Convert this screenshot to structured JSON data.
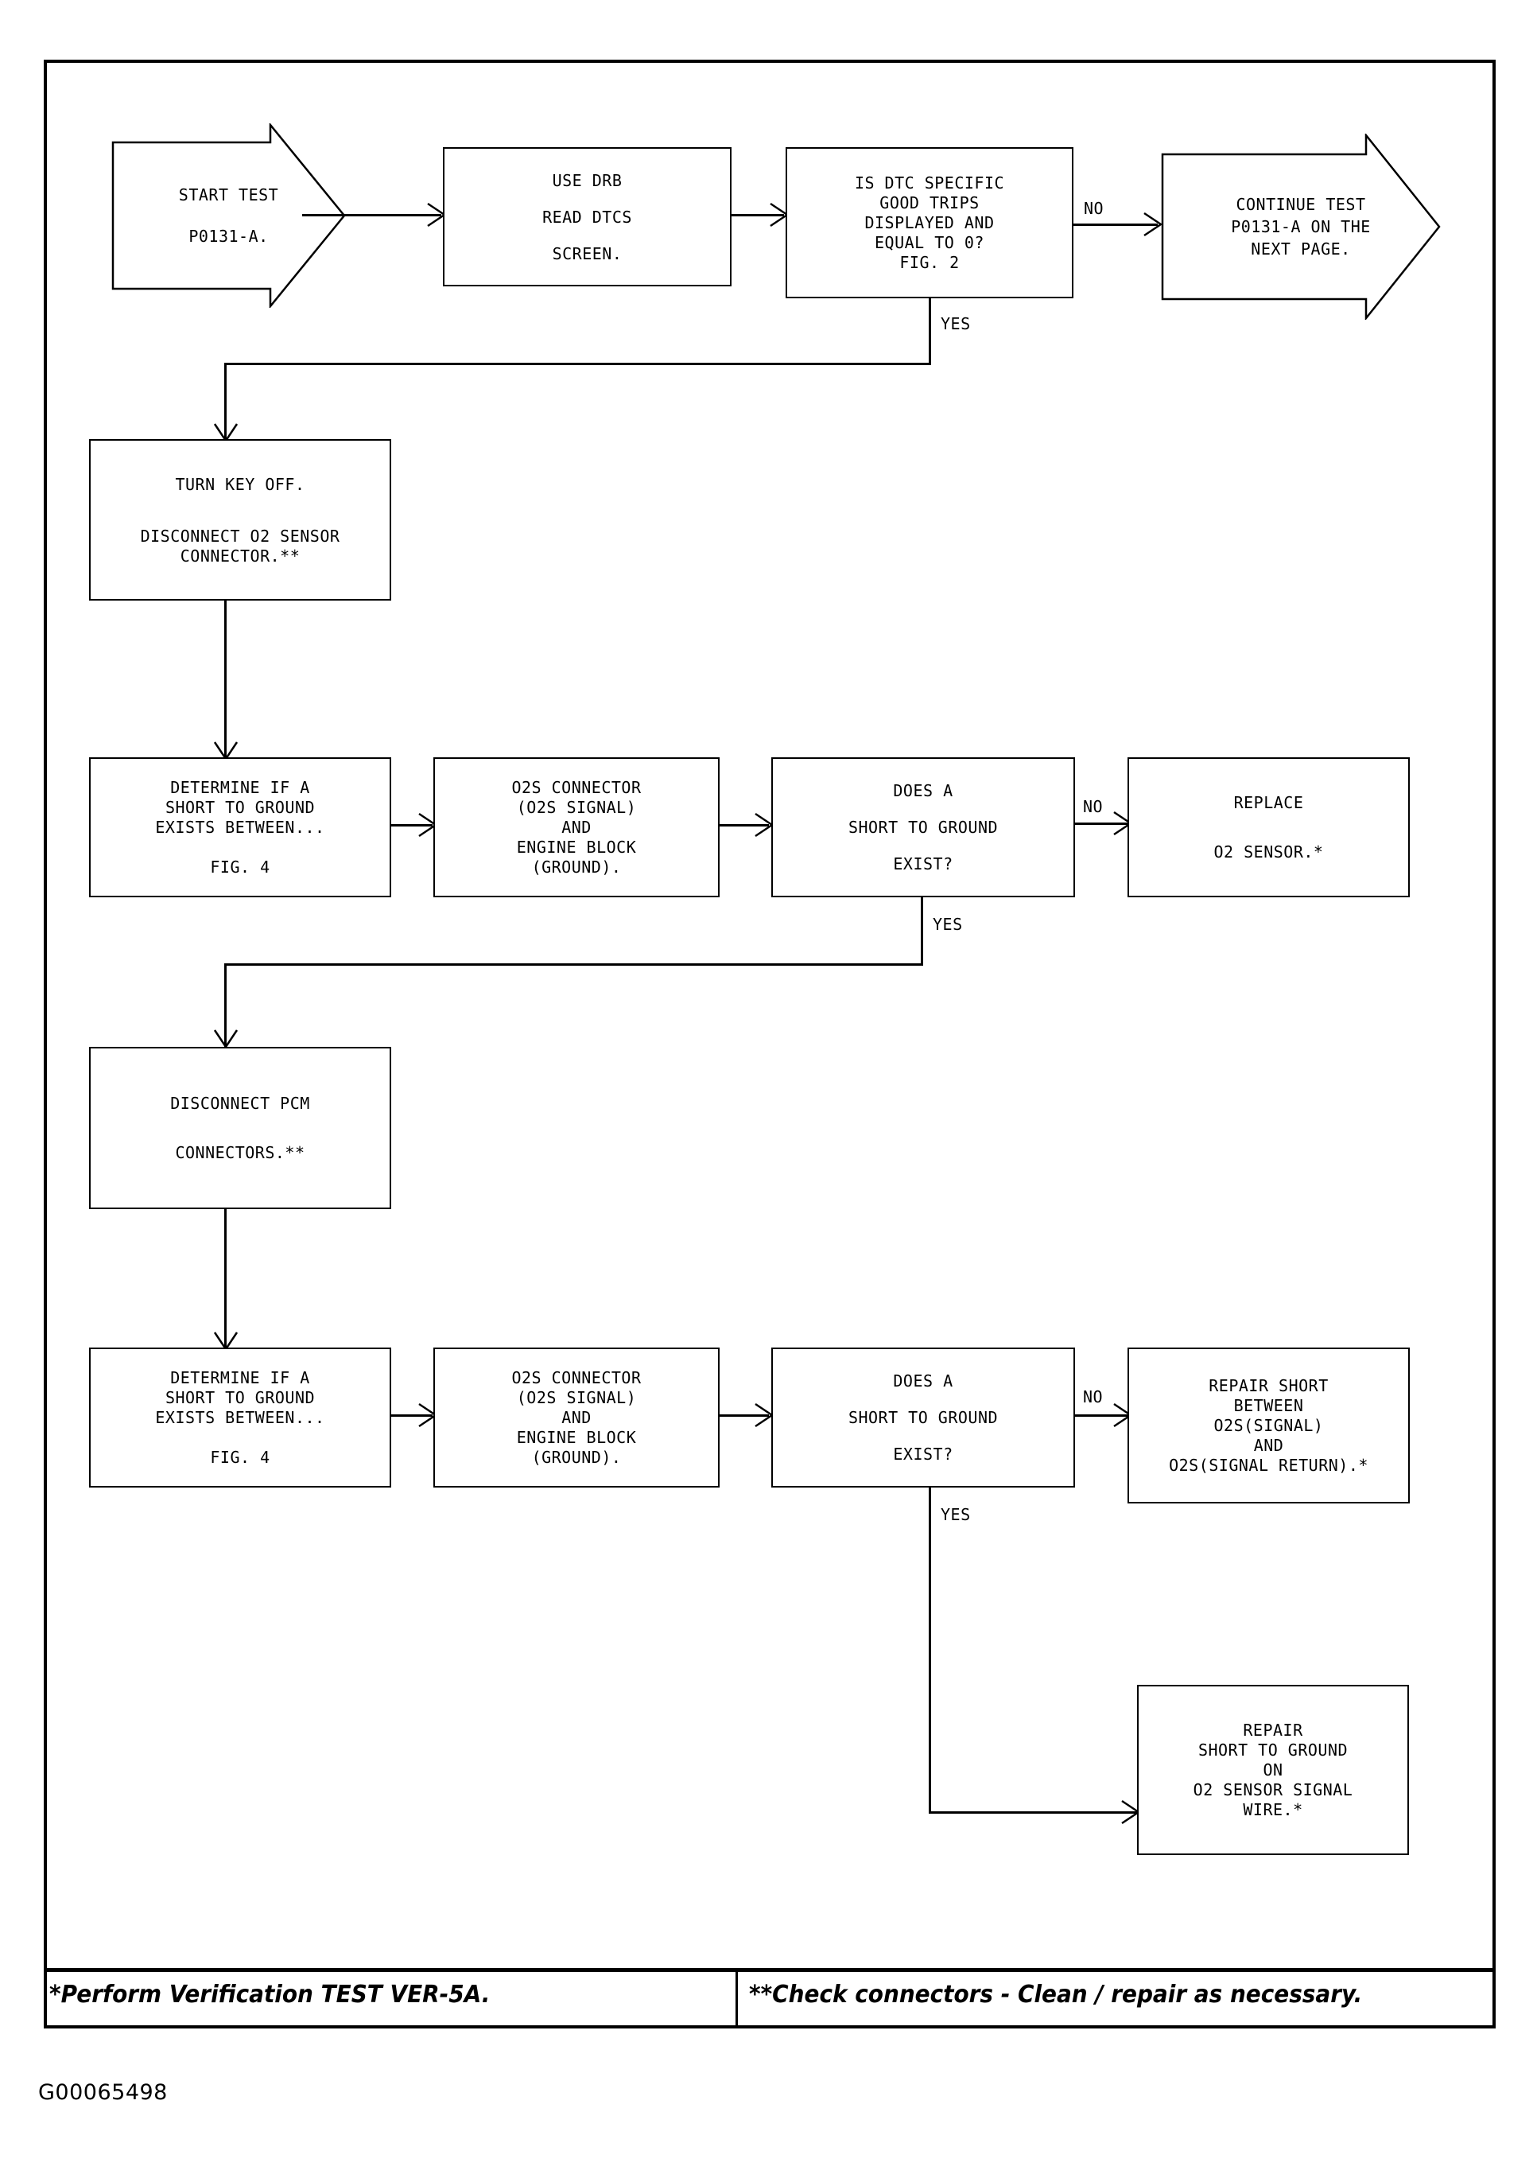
{
  "document": {
    "id_code": "G00065498",
    "diagram_type": "flowchart",
    "test_name": "P0131-A"
  },
  "nodes": {
    "start_test": {
      "shape": "pennant-arrow",
      "lines": [
        "START TEST",
        "P0131-A."
      ]
    },
    "use_drb": {
      "shape": "rectangle",
      "lines": [
        "USE DRB",
        "READ DTCS",
        "SCREEN."
      ]
    },
    "dtc_question": {
      "shape": "rectangle-decision",
      "lines": [
        "IS DTC SPECIFIC",
        "GOOD TRIPS",
        "DISPLAYED AND",
        "EQUAL TO 0?",
        "FIG. 2"
      ]
    },
    "continue_test": {
      "shape": "pennant-arrow",
      "lines": [
        "CONTINUE TEST",
        "P0131-A ON THE",
        "NEXT PAGE."
      ]
    },
    "turn_key_off": {
      "shape": "rectangle",
      "lines": [
        "TURN KEY OFF.",
        "DISCONNECT O2 SENSOR",
        "CONNECTOR.**"
      ]
    },
    "determine_short_1": {
      "shape": "rectangle",
      "lines": [
        "DETERMINE IF A",
        "SHORT TO GROUND",
        "EXISTS BETWEEN...",
        "FIG. 4"
      ]
    },
    "o2s_connector_1": {
      "shape": "rectangle",
      "lines": [
        "O2S CONNECTOR",
        "(O2S SIGNAL)",
        "AND",
        "ENGINE BLOCK",
        "(GROUND)."
      ]
    },
    "short_question_1": {
      "shape": "rectangle-decision",
      "lines": [
        "DOES A",
        "SHORT TO GROUND",
        "EXIST?"
      ]
    },
    "replace_sensor": {
      "shape": "rectangle",
      "lines": [
        "REPLACE",
        "O2 SENSOR.*"
      ]
    },
    "disconnect_pcm": {
      "shape": "rectangle",
      "lines": [
        "DISCONNECT PCM",
        "CONNECTORS.**"
      ]
    },
    "determine_short_2": {
      "shape": "rectangle",
      "lines": [
        "DETERMINE IF A",
        "SHORT TO GROUND",
        "EXISTS BETWEEN...",
        "FIG. 4"
      ]
    },
    "o2s_connector_2": {
      "shape": "rectangle",
      "lines": [
        "O2S CONNECTOR",
        "(O2S SIGNAL)",
        "AND",
        "ENGINE BLOCK",
        "(GROUND)."
      ]
    },
    "short_question_2": {
      "shape": "rectangle-decision",
      "lines": [
        "DOES A",
        "SHORT TO GROUND",
        "EXIST?"
      ]
    },
    "repair_short_between": {
      "shape": "rectangle",
      "lines": [
        "REPAIR SHORT",
        "BETWEEN",
        "O2S(SIGNAL)",
        "AND",
        "O2S(SIGNAL RETURN).*"
      ]
    },
    "repair_short_ground": {
      "shape": "rectangle",
      "lines": [
        "REPAIR",
        "SHORT TO GROUND",
        "ON",
        "O2 SENSOR SIGNAL",
        "WIRE.*"
      ]
    }
  },
  "branch_labels": {
    "dtc_no": "NO",
    "dtc_yes": "YES",
    "short1_no": "NO",
    "short1_yes": "YES",
    "short2_no": "NO",
    "short2_yes": "YES"
  },
  "footer": {
    "note_left": "*Perform Verification TEST VER-5A.",
    "note_right": "**Check connectors - Clean / repair as necessary."
  },
  "colors": {
    "ink": "#000000",
    "paper": "#ffffff"
  }
}
